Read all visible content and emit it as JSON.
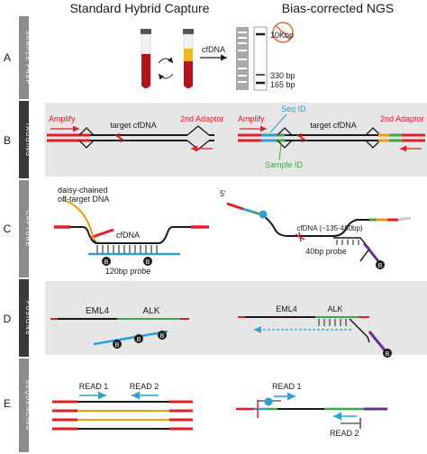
{
  "headers": {
    "left": "Standard Hybrid Capture",
    "right": "Bias-corrected NGS"
  },
  "rows": [
    {
      "letter": "A",
      "label": "SAMPLE PREP"
    },
    {
      "letter": "B",
      "label": "TAGGING"
    },
    {
      "letter": "C",
      "label": "CAPTURE"
    },
    {
      "letter": "D",
      "label": "FUSIONS"
    },
    {
      "letter": "E",
      "label": "SEQUENCING"
    }
  ],
  "sample_prep": {
    "arrow_label": "cfDNA",
    "gel_bands": [
      "10Kbp",
      "330 bp",
      "165 bp"
    ]
  },
  "tagging": {
    "amplify": "Amplify",
    "target": "target cfDNA",
    "adaptor": "2nd Adaptor",
    "seq_id": "Seq ID",
    "sample_id": "Sample ID"
  },
  "capture": {
    "off_target": [
      "daisy-chained",
      "off-target DNA"
    ],
    "cfdna_left": "cfDNA",
    "probe_left": "120bp probe",
    "cfdna_right": "cfDNA (~135-480bp)",
    "probe_right": "40bp probe",
    "five_prime": "5'",
    "biotin": "B"
  },
  "fusions": {
    "eml4": "EML4",
    "alk": "ALK",
    "biotin": "B"
  },
  "sequencing": {
    "read1": "READ 1",
    "read2": "READ 2"
  },
  "colors": {
    "red": "#e31e24",
    "black": "#1a1a1a",
    "blue": "#2a9fd8",
    "green": "#3aa845",
    "orange": "#f39c12",
    "purple": "#6a2c91",
    "gray_band": "#e6e6e6",
    "side_bar": "#6b6b6b"
  }
}
